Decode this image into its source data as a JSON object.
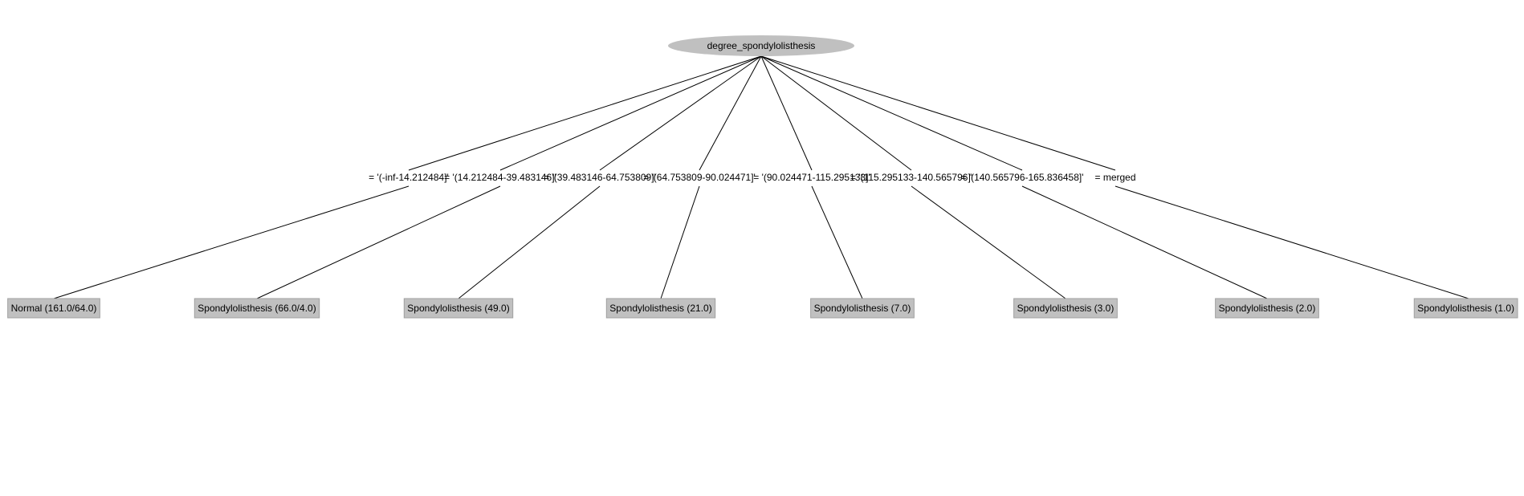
{
  "tree": {
    "root": {
      "label": "degree_spondylolisthesis"
    },
    "branches": [
      {
        "edge_label": "= '(-inf-14.212484]'",
        "leaf_label": "Normal (161.0/64.0)"
      },
      {
        "edge_label": "= '(14.212484-39.483146]'",
        "leaf_label": "Spondylolisthesis (66.0/4.0)"
      },
      {
        "edge_label": "= '(39.483146-64.753809]'",
        "leaf_label": "Spondylolisthesis (49.0)"
      },
      {
        "edge_label": "= '(64.753809-90.024471]'",
        "leaf_label": "Spondylolisthesis (21.0)"
      },
      {
        "edge_label": "= '(90.024471-115.295133]'",
        "leaf_label": "Spondylolisthesis (7.0)"
      },
      {
        "edge_label": "= '(115.295133-140.565796]'",
        "leaf_label": "Spondylolisthesis (3.0)"
      },
      {
        "edge_label": "= '(140.565796-165.836458]'",
        "leaf_label": "Spondylolisthesis (2.0)"
      },
      {
        "edge_label": "= merged",
        "leaf_label": "Spondylolisthesis (1.0)"
      }
    ]
  },
  "colors": {
    "node_fill": "#c0c0c0",
    "line": "#000000",
    "background": "#ffffff"
  }
}
